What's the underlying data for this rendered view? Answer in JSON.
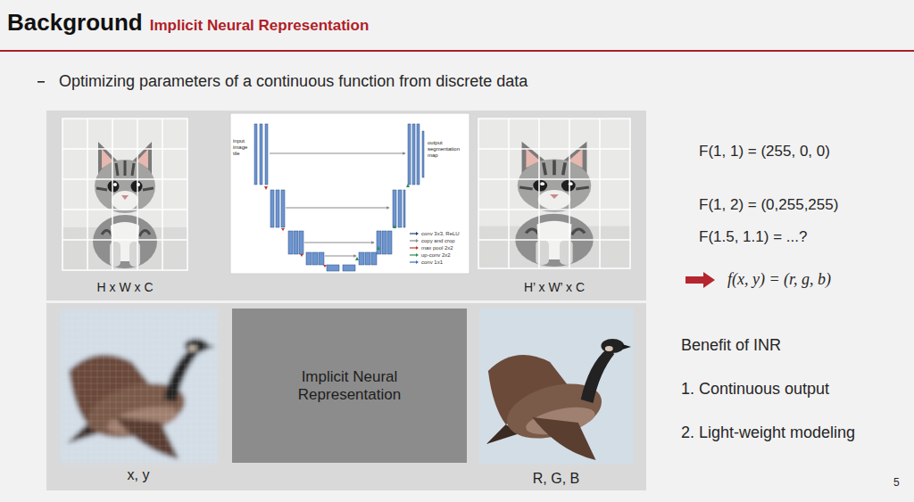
{
  "diagram": {
    "title": "Background",
    "nodes": [
      {
        "text": [
          "H x W x C",
          "H’ x W’ x C"
        ]
      },
      {
        "text": [
          "input image tile",
          "output segmentation map"
        ],
        "in": 0
      },
      {
        "text": [
          "x, y",
          "R, G, B"
        ]
      },
      {
        "text": [
          "Implicit Neural Representation"
        ],
        "in": 2
      }
    ],
    "labels": [
      "Implicit Neural Representation",
      "Optimizing parameters of a continuous function from discrete data",
      "F(1, 1) = (255, 0, 0)",
      "F(1, 2) = (0,255,255)",
      "F(1.5, 1.1) = ...?",
      "f(x, y) = (r, g, b)",
      "Benefit of INR",
      "1. Continuous output",
      "2. Light-weight modeling",
      "5"
    ],
    "legend": [
      {
        "text": "conv 3x3, ReLU"
      },
      {
        "text": "copy and crop"
      },
      {
        "text": "max pool 2x2"
      },
      {
        "text": "up-conv 2x2"
      },
      {
        "text": "conv 1x1"
      }
    ]
  }
}
